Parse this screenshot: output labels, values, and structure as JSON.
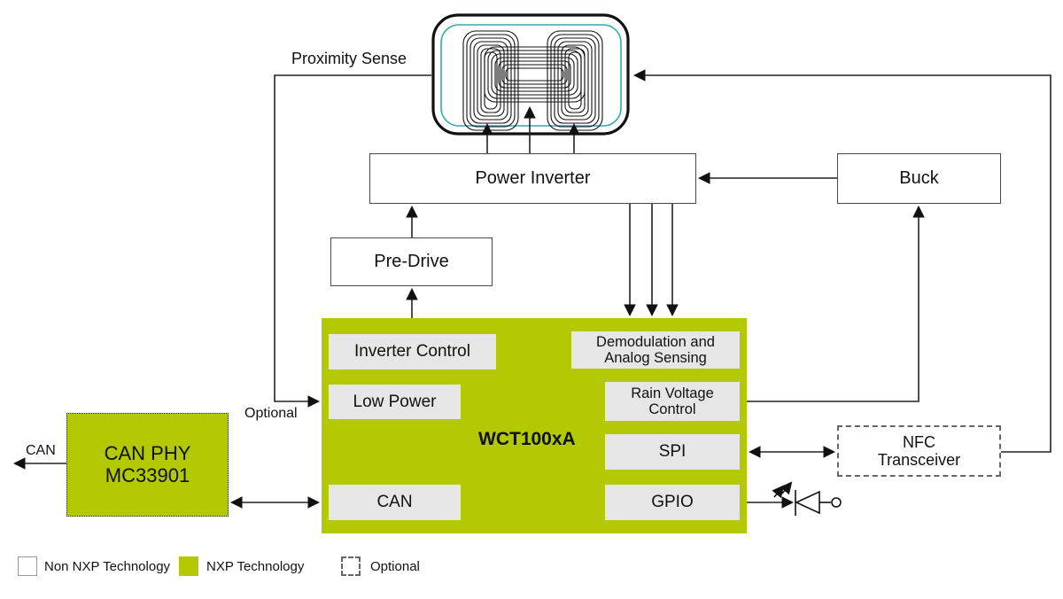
{
  "diagram": {
    "labels": {
      "proximity_sense": "Proximity Sense",
      "optional_note": "Optional",
      "can_out": "CAN"
    },
    "blocks": {
      "power_inverter": "Power Inverter",
      "buck": "Buck",
      "pre_drive": "Pre-Drive",
      "can_phy_line1": "CAN PHY",
      "can_phy_line2": "MC33901",
      "nfc_line1": "NFC",
      "nfc_line2": "Transceiver",
      "wct_label": "WCT100xA",
      "inverter_control": "Inverter Control",
      "low_power": "Low Power",
      "demod_line1": "Demodulation and",
      "demod_line2": "Analog Sensing",
      "rain_line1": "Rain Voltage",
      "rain_line2": "Control",
      "spi": "SPI",
      "can": "CAN",
      "gpio": "GPIO"
    },
    "legend": [
      {
        "label": "Non NXP Technology"
      },
      {
        "label": "NXP Technology"
      },
      {
        "label": "Optional"
      }
    ],
    "colors": {
      "nxp_green": "#b2c904",
      "coil_teal": "#36a9ae",
      "inner_gray": "#e6e6e6",
      "line": "#222222"
    }
  }
}
